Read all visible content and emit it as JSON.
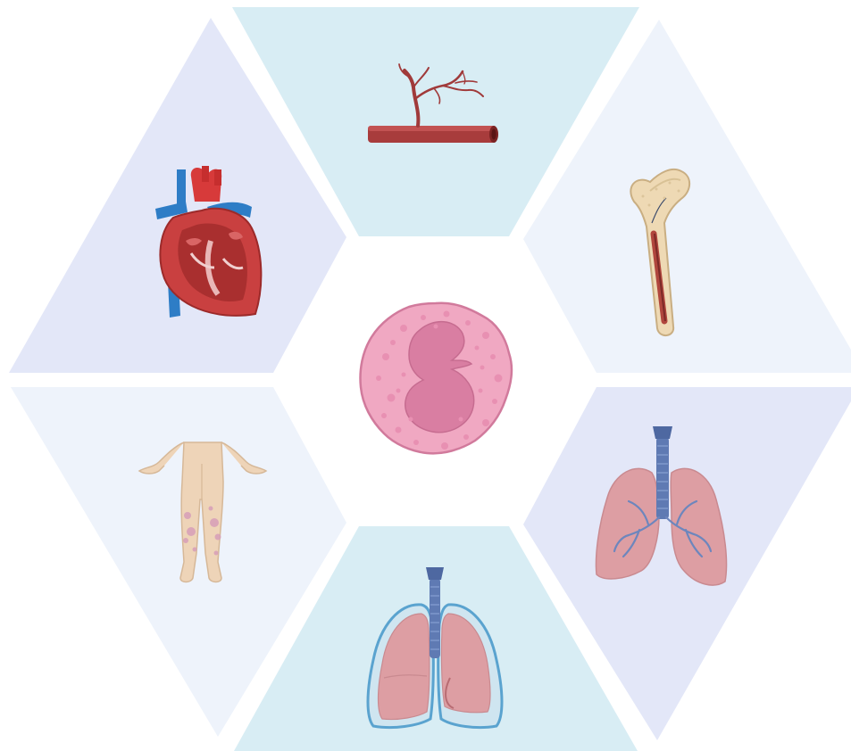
{
  "diagram": {
    "center": {
      "icon": "neutrophil-cell-icon"
    },
    "segments": [
      {
        "position": "top",
        "icon": "blood-vessel-icon",
        "color": "#d8edf4"
      },
      {
        "position": "upper-right",
        "icon": "femur-bone-icon",
        "color": "#eef3fb"
      },
      {
        "position": "lower-right",
        "icon": "lungs-bronchi-icon",
        "color": "#e3e7f8"
      },
      {
        "position": "bottom",
        "icon": "lungs-pleura-icon",
        "color": "#d8edf4"
      },
      {
        "position": "lower-left",
        "icon": "legs-skin-rash-icon",
        "color": "#eef3fb"
      },
      {
        "position": "upper-left",
        "icon": "heart-icon",
        "color": "#e3e7f8"
      }
    ]
  }
}
